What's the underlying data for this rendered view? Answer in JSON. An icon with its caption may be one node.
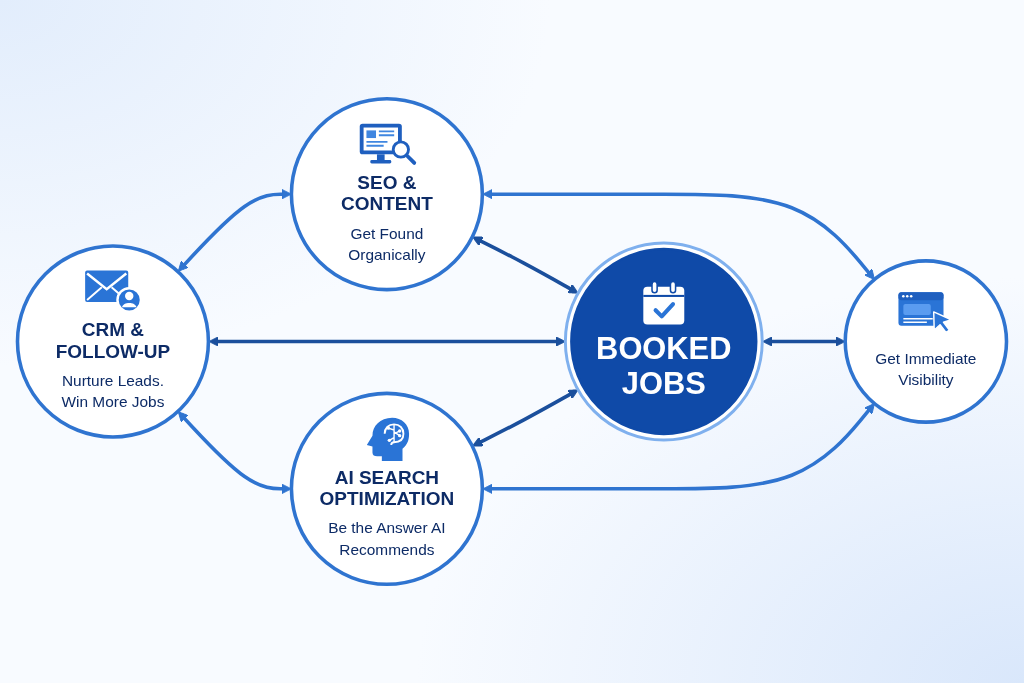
{
  "diagram": {
    "nodes": [
      {
        "text": [
          "SEO & CONTENT",
          "Get Found Organically"
        ]
      },
      {
        "text": [
          "CRM & FOLLOW-UP",
          "Nurture Leads. Win More Jobs"
        ]
      },
      {
        "text": [
          "BOOKED JOBS"
        ]
      },
      {
        "text": [
          "Get Immediate Visibility"
        ]
      },
      {
        "text": [
          "AI SEARCH OPTIMIZATION",
          "Be the Answer AI Recommends"
        ]
      }
    ],
    "edges": [
      {
        "from": 1,
        "to": 0,
        "arrow": "both"
      },
      {
        "from": 0,
        "to": 3,
        "arrow": "both"
      },
      {
        "from": 0,
        "to": 2,
        "arrow": "both",
        "color": "#1b4f9c"
      },
      {
        "from": 1,
        "to": 2,
        "arrow": "both",
        "color": "#1b4f9c"
      },
      {
        "from": 2,
        "to": 3,
        "arrow": "both",
        "color": "#1b4f9c"
      },
      {
        "from": 4,
        "to": 2,
        "arrow": "both",
        "color": "#1b4f9c"
      },
      {
        "from": 1,
        "to": 4,
        "arrow": "both"
      },
      {
        "from": 4,
        "to": 3,
        "arrow": "both"
      }
    ]
  }
}
